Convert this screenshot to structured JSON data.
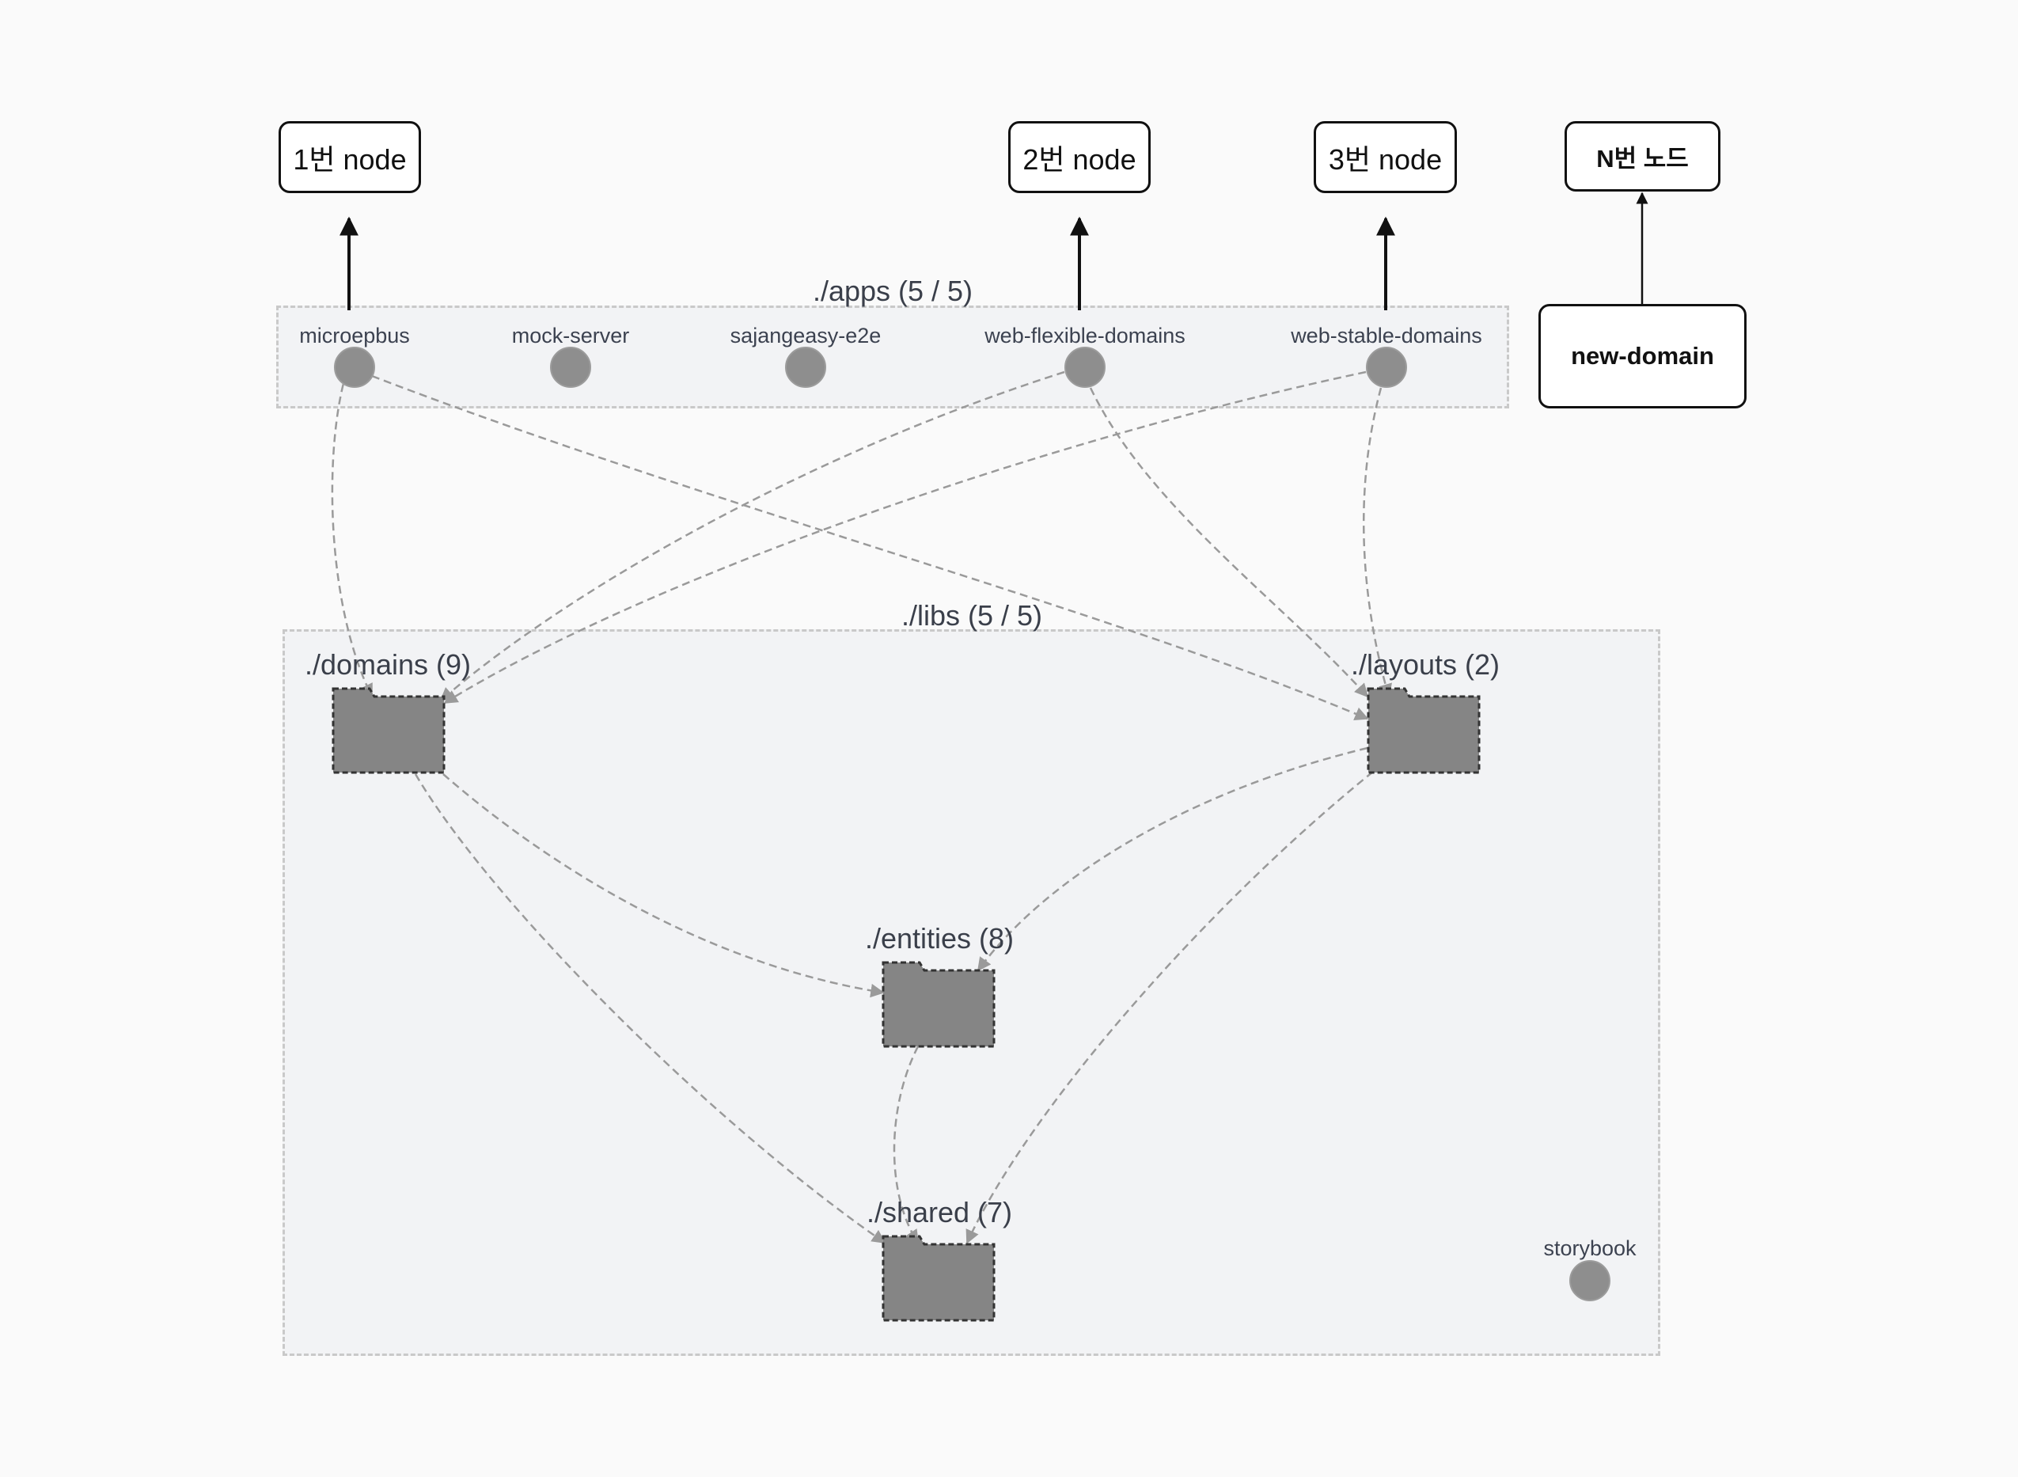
{
  "top_nodes": [
    {
      "id": "node1",
      "label": "1번 node"
    },
    {
      "id": "node2",
      "label": "2번 node"
    },
    {
      "id": "node3",
      "label": "3번 node"
    },
    {
      "id": "nodeN",
      "label": "N번 노드"
    }
  ],
  "new_domain": {
    "label": "new-domain"
  },
  "apps_group": {
    "label": "./apps (5 / 5)",
    "nodes": [
      {
        "id": "microepbus",
        "label": "microepbus"
      },
      {
        "id": "mock-server",
        "label": "mock-server"
      },
      {
        "id": "sajangeasy-e2e",
        "label": "sajangeasy-e2e"
      },
      {
        "id": "web-flexible-domains",
        "label": "web-flexible-domains"
      },
      {
        "id": "web-stable-domains",
        "label": "web-stable-domains"
      }
    ]
  },
  "libs_group": {
    "label": "./libs (5 / 5)",
    "folders": [
      {
        "id": "domains",
        "label": "./domains (9)"
      },
      {
        "id": "layouts",
        "label": "./layouts (2)"
      },
      {
        "id": "entities",
        "label": "./entities (8)"
      },
      {
        "id": "shared",
        "label": "./shared (7)"
      }
    ],
    "nodes": [
      {
        "id": "storybook",
        "label": "storybook"
      }
    ]
  },
  "dependency_edges": [
    {
      "from": "microepbus",
      "to": "domains"
    },
    {
      "from": "microepbus",
      "to": "layouts"
    },
    {
      "from": "web-flexible-domains",
      "to": "domains"
    },
    {
      "from": "web-flexible-domains",
      "to": "layouts"
    },
    {
      "from": "web-stable-domains",
      "to": "domains"
    },
    {
      "from": "web-stable-domains",
      "to": "layouts"
    },
    {
      "from": "domains",
      "to": "entities"
    },
    {
      "from": "domains",
      "to": "shared"
    },
    {
      "from": "layouts",
      "to": "entities"
    },
    {
      "from": "layouts",
      "to": "shared"
    },
    {
      "from": "entities",
      "to": "shared"
    }
  ],
  "deploy_edges": [
    {
      "from": "microepbus",
      "to": "node1"
    },
    {
      "from": "web-flexible-domains",
      "to": "node2"
    },
    {
      "from": "web-stable-domains",
      "to": "node3"
    },
    {
      "from": "new-domain",
      "to": "nodeN"
    }
  ],
  "colors": {
    "background": "#fafafa",
    "group_fill": "#f2f3f5",
    "group_border": "#c9c9c9",
    "node_fill": "#8e8e8e",
    "folder_fill": "#858585",
    "dependency_edge": "#9a9a9a",
    "deploy_edge": "#111111"
  }
}
